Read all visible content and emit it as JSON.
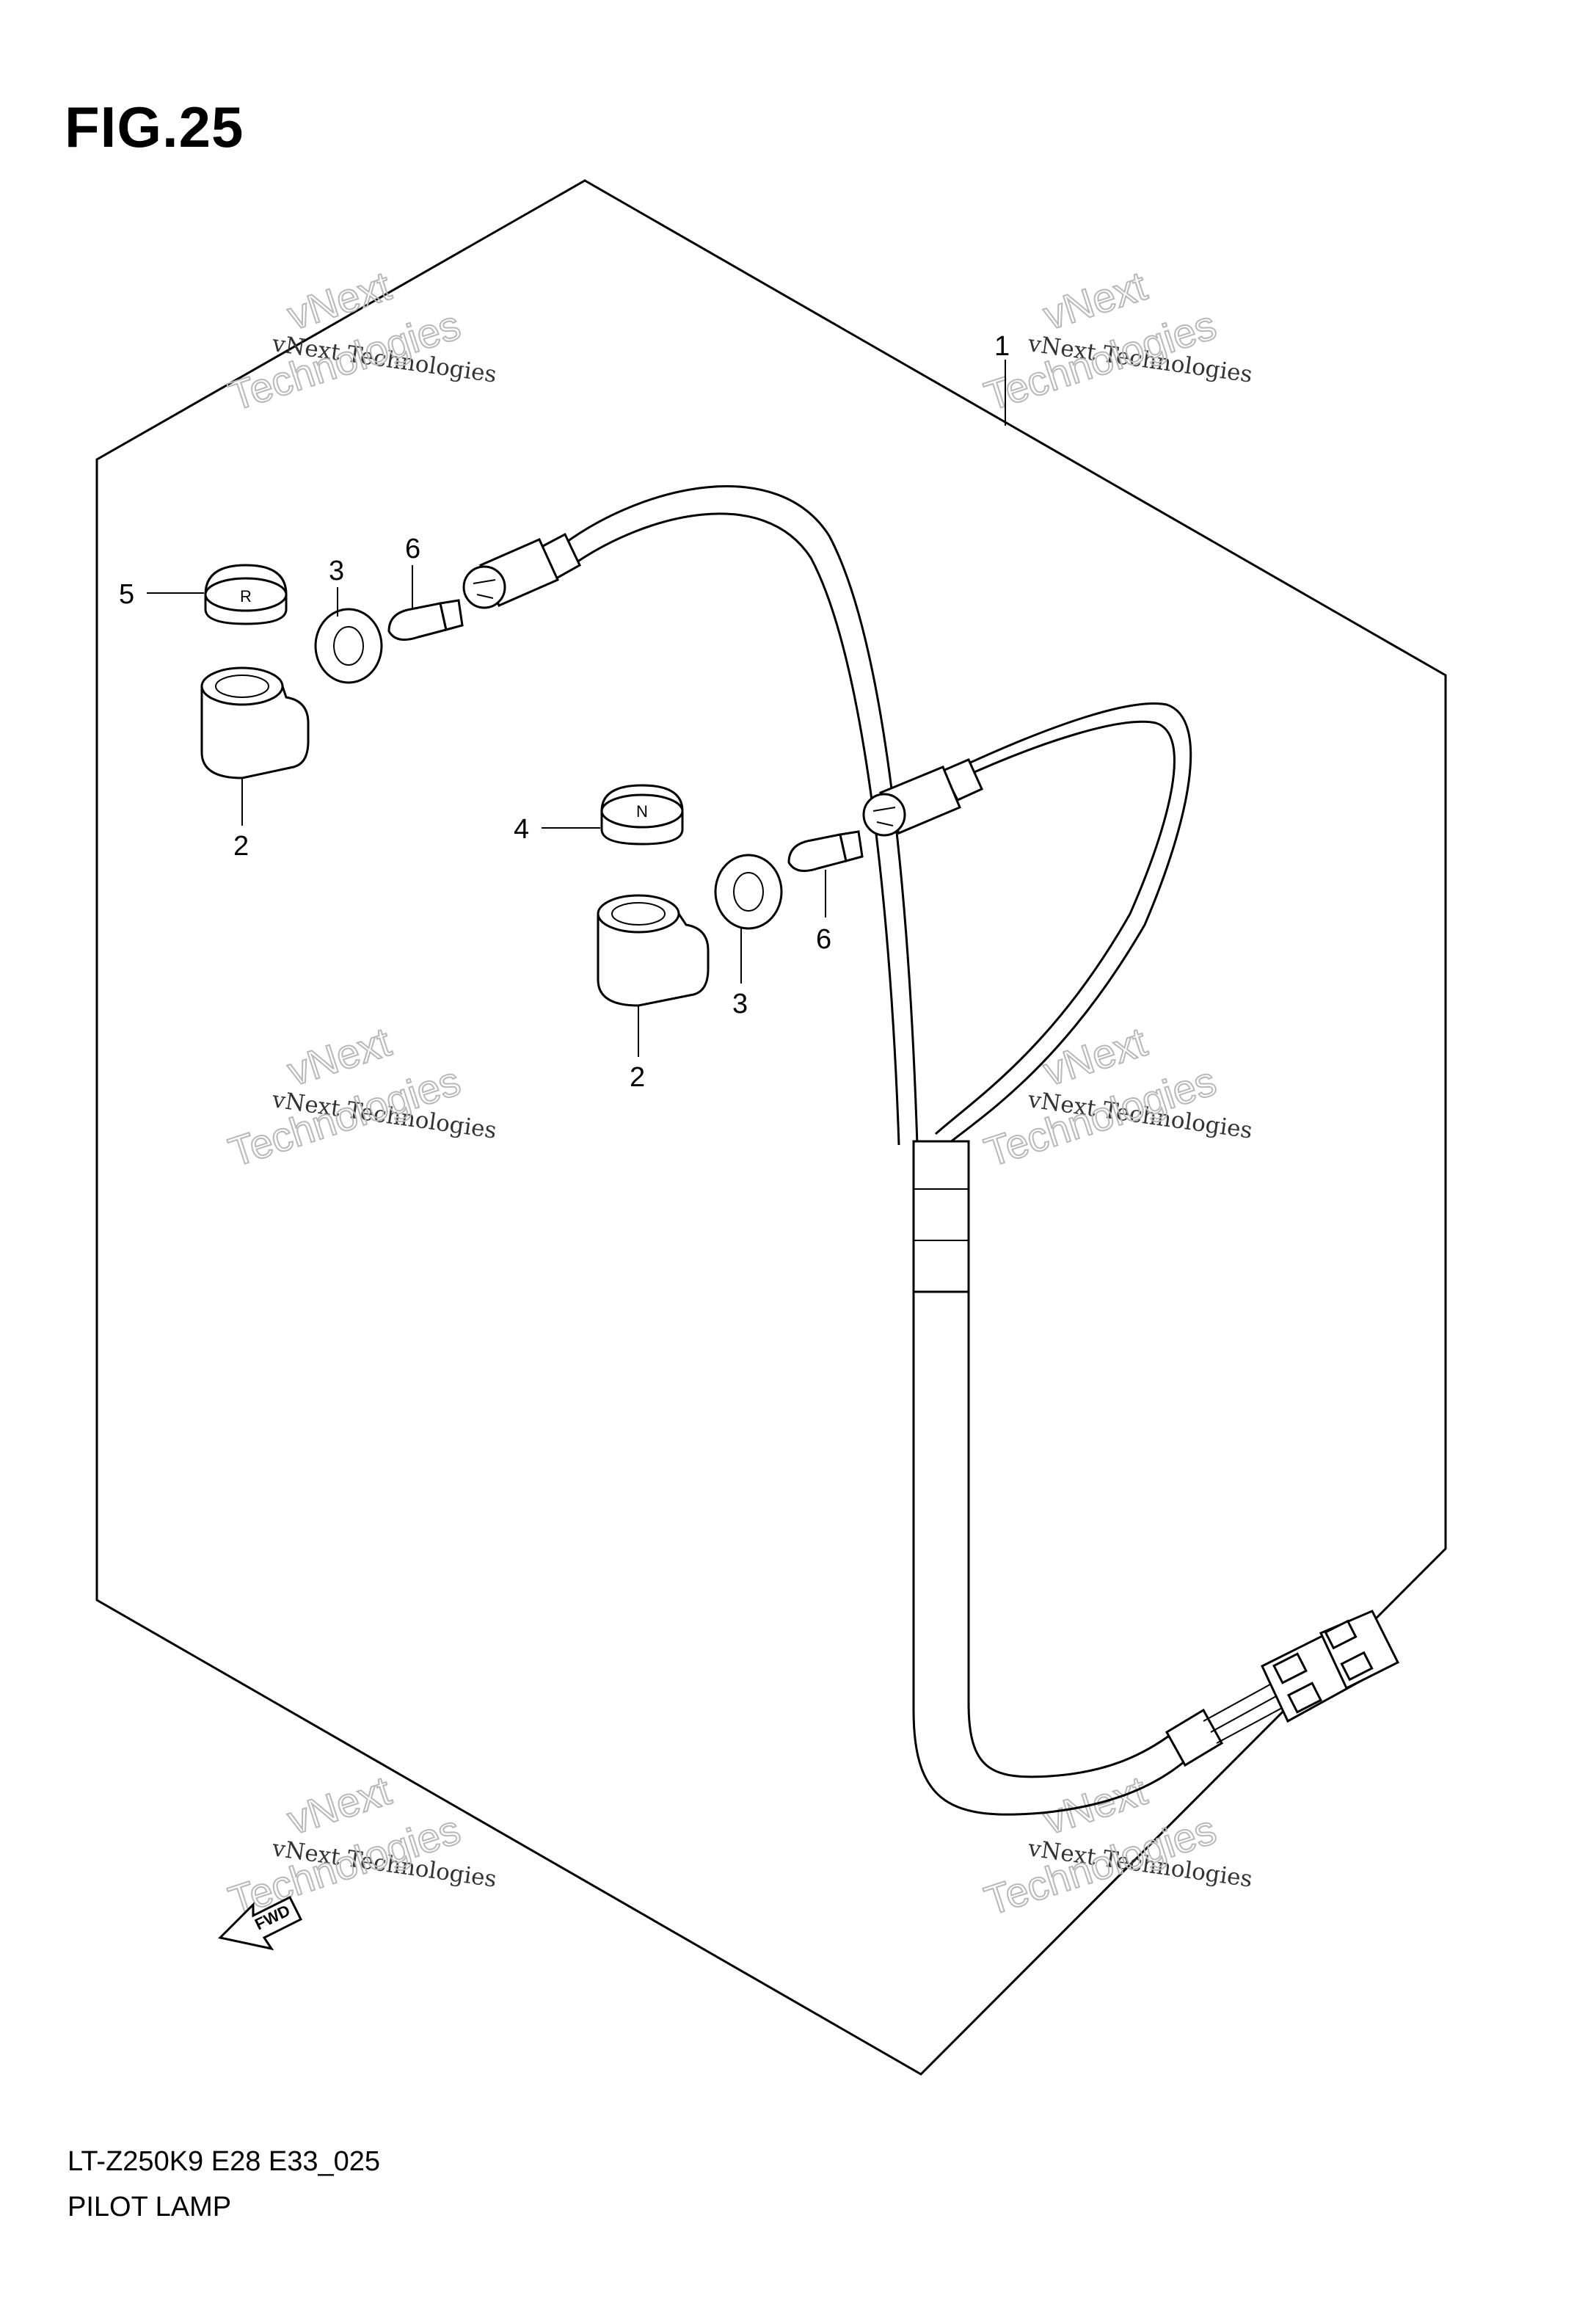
{
  "figure": {
    "title": "FIG.25",
    "code": "LT-Z250K9  E28  E33_025",
    "name": "PILOT LAMP"
  },
  "callouts": {
    "c1": "1",
    "c2a": "2",
    "c2b": "2",
    "c3a": "3",
    "c3b": "3",
    "c4": "4",
    "c5": "5",
    "c6a": "6",
    "c6b": "6"
  },
  "indicator_letters": {
    "reverse": "R",
    "neutral": "N"
  },
  "fwd_label": "FWD",
  "watermark": {
    "line1": "vNext",
    "line2": "vNext Technologies",
    "line3": "Technologies"
  }
}
